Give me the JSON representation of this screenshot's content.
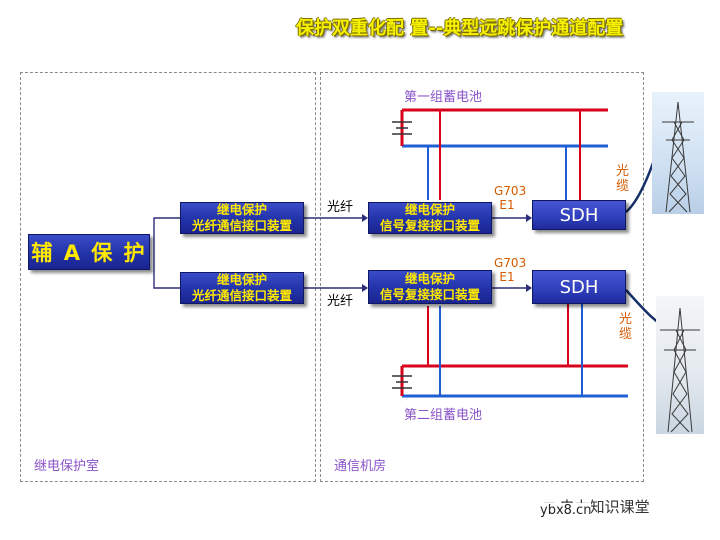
{
  "title": "保护双重化配 置--典型远跳保护通道配置",
  "regions": {
    "relay_room": "继电保护室",
    "comm_room": "通信机房"
  },
  "main_device": "辅 A 保 护",
  "fiber_interface": [
    "继电保护",
    "光纤通信接口装置"
  ],
  "signal_interface": [
    "继电保护",
    "信号复接接口装置"
  ],
  "fiber_label": "光纤",
  "g703_label": [
    "G703",
    "E1"
  ],
  "sdh_label": "SDH",
  "cable_label": [
    "光",
    "缆"
  ],
  "battery_group_1": "第一组蓄电池",
  "battery_group_2": "第二组蓄电池",
  "watermark": "电力知识课堂",
  "watermark_url": "ybx8.cn",
  "colors": {
    "red_bus": "#d9001b",
    "blue_bus": "#1f5fd6",
    "box": "#2232a8",
    "box_text": "#ffe800",
    "accent": "#f6f100"
  }
}
